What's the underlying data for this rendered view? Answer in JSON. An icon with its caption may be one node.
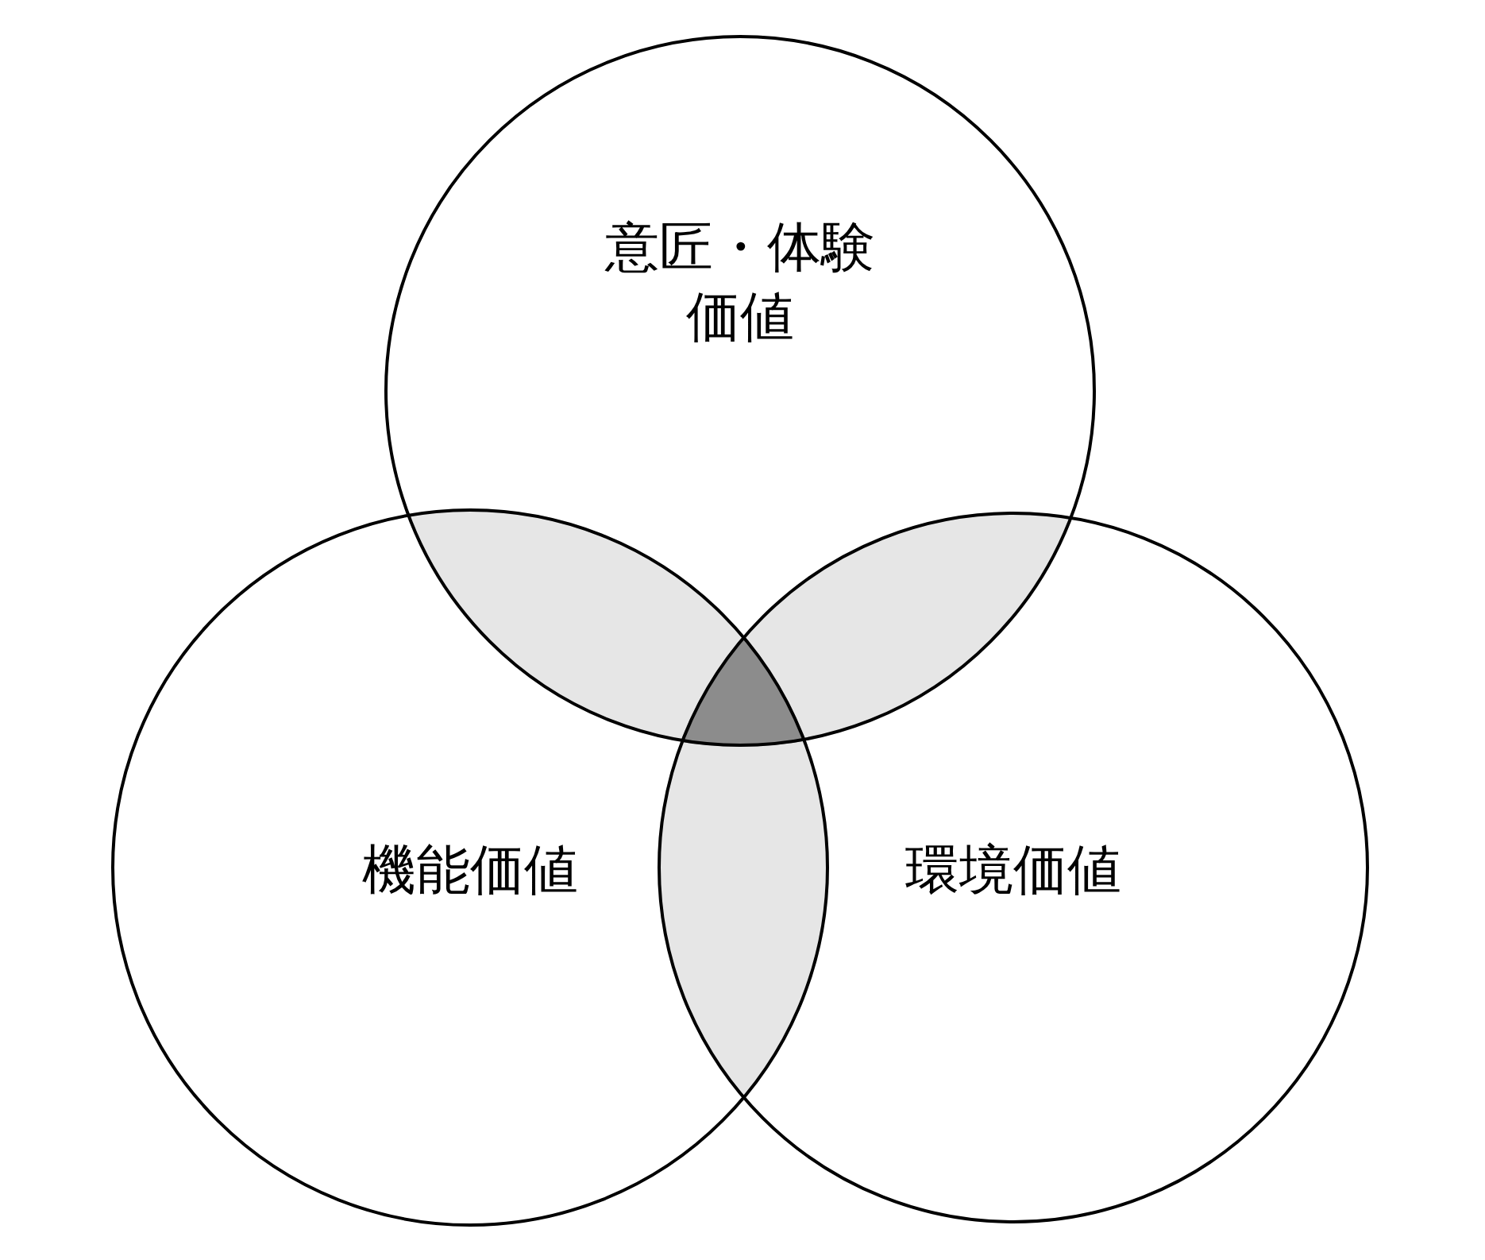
{
  "diagram": {
    "nodes": [
      {
        "text": [
          "意匠・体験価値"
        ]
      },
      {
        "text": [
          "機能価値"
        ]
      },
      {
        "text": [
          "環境価値"
        ]
      }
    ],
    "edges": []
  }
}
